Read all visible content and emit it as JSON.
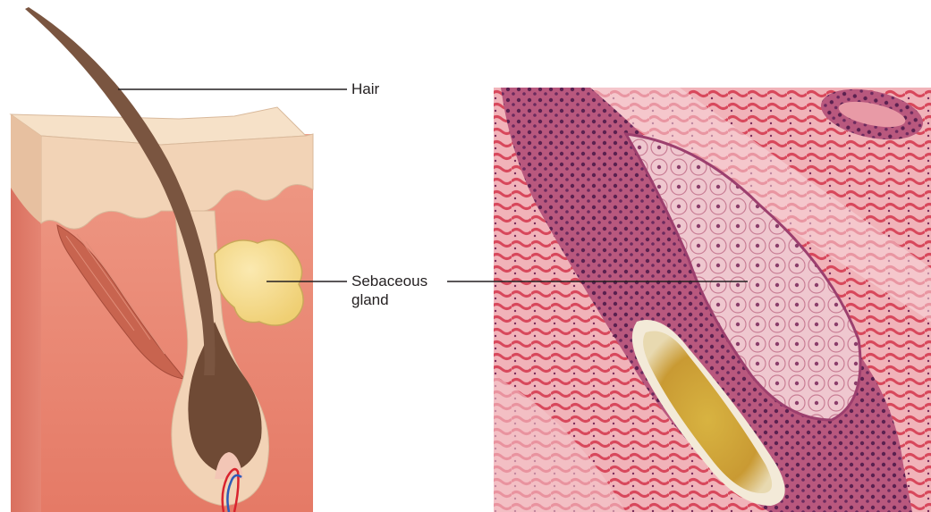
{
  "labels": {
    "hair": "Hair",
    "sebaceous_line1": "Sebaceous",
    "sebaceous_line2": "gland"
  },
  "colors": {
    "dermis": "#ea8a78",
    "dermis_dark": "#d9705f",
    "epidermis": "#f2d3b6",
    "epidermis_top": "#f6e1c8",
    "hair_shaft": "#7a5540",
    "bulb": "#6f4a35",
    "gland": "#f6dc8c",
    "muscle": "#c8644f",
    "histo_bg": "#e26b78",
    "histo_follicle": "#8f3f6a",
    "histo_hair": "#c9a13a"
  }
}
